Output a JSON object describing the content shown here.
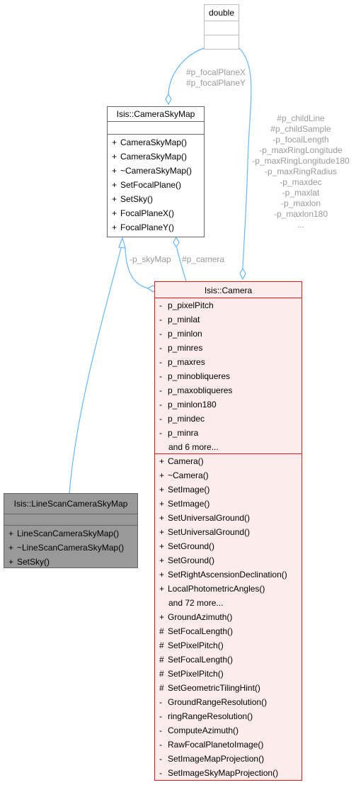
{
  "classes": {
    "double": {
      "name": "double"
    },
    "camera_sky_map": {
      "name": "Isis::CameraSkyMap",
      "operations": [
        {
          "vis": "+",
          "name": "CameraSkyMap()"
        },
        {
          "vis": "+",
          "name": "CameraSkyMap()"
        },
        {
          "vis": "+",
          "name": "~CameraSkyMap()"
        },
        {
          "vis": "+",
          "name": "SetFocalPlane()"
        },
        {
          "vis": "+",
          "name": "SetSky()"
        },
        {
          "vis": "+",
          "name": "FocalPlaneX()"
        },
        {
          "vis": "+",
          "name": "FocalPlaneY()"
        }
      ]
    },
    "camera": {
      "name": "Isis::Camera",
      "attributes": [
        {
          "vis": "-",
          "name": "p_pixelPitch"
        },
        {
          "vis": "-",
          "name": "p_minlat"
        },
        {
          "vis": "-",
          "name": "p_minlon"
        },
        {
          "vis": "-",
          "name": "p_minres"
        },
        {
          "vis": "-",
          "name": "p_maxres"
        },
        {
          "vis": "-",
          "name": "p_minobliqueres"
        },
        {
          "vis": "-",
          "name": "p_maxobliqueres"
        },
        {
          "vis": "-",
          "name": "p_minlon180"
        },
        {
          "vis": "-",
          "name": "p_mindec"
        },
        {
          "vis": "-",
          "name": "p_minra"
        }
      ],
      "attributes_more": "and 6 more...",
      "operations_a": [
        {
          "vis": "+",
          "name": "Camera()"
        },
        {
          "vis": "+",
          "name": "~Camera()"
        },
        {
          "vis": "+",
          "name": "SetImage()"
        },
        {
          "vis": "+",
          "name": "SetImage()"
        },
        {
          "vis": "+",
          "name": "SetUniversalGround()"
        },
        {
          "vis": "+",
          "name": "SetUniversalGround()"
        },
        {
          "vis": "+",
          "name": "SetGround()"
        },
        {
          "vis": "+",
          "name": "SetGround()"
        },
        {
          "vis": "+",
          "name": "SetRightAscensionDeclination()"
        },
        {
          "vis": "+",
          "name": "LocalPhotometricAngles()"
        }
      ],
      "operations_more": "and 72 more...",
      "operations_b": [
        {
          "vis": "+",
          "name": "GroundAzimuth()"
        },
        {
          "vis": "#",
          "name": "SetFocalLength()"
        },
        {
          "vis": "#",
          "name": "SetPixelPitch()"
        },
        {
          "vis": "#",
          "name": "SetFocalLength()"
        },
        {
          "vis": "#",
          "name": "SetPixelPitch()"
        },
        {
          "vis": "#",
          "name": "SetGeometricTilingHint()"
        },
        {
          "vis": "-",
          "name": "GroundRangeResolution()"
        },
        {
          "vis": "-",
          "name": "ringRangeResolution()"
        },
        {
          "vis": "-",
          "name": "ComputeAzimuth()"
        },
        {
          "vis": "-",
          "name": "RawFocalPlanetoImage()"
        },
        {
          "vis": "-",
          "name": "SetImageMapProjection()"
        },
        {
          "vis": "-",
          "name": "SetImageSkyMapProjection()"
        }
      ]
    },
    "line_scan_camera_sky_map": {
      "name": "Isis::LineScanCameraSkyMap",
      "operations": [
        {
          "vis": "+",
          "name": "LineScanCameraSkyMap()"
        },
        {
          "vis": "+",
          "name": "~LineScanCameraSkyMap()"
        },
        {
          "vis": "+",
          "name": "SetSky()"
        }
      ]
    }
  },
  "edge_labels": {
    "focal_plane": [
      "#p_focalPlaneX",
      "#p_focalPlaneY"
    ],
    "camera_members": [
      "#p_childLine",
      "#p_childSample",
      "-p_focalLength",
      "-p_maxRingLongitude",
      "-p_maxRingLongitude180",
      "-p_maxRingRadius",
      "-p_maxdec",
      "-p_maxlat",
      "-p_maxlon",
      "-p_maxlon180",
      "..."
    ],
    "sky_map": "-p_skyMap",
    "camera": "#p_camera"
  },
  "colors": {
    "edge": "#63b8ff",
    "camera_border": "#e31a1c",
    "camera_fill": "#fcecec",
    "derived_fill": "#999999"
  }
}
